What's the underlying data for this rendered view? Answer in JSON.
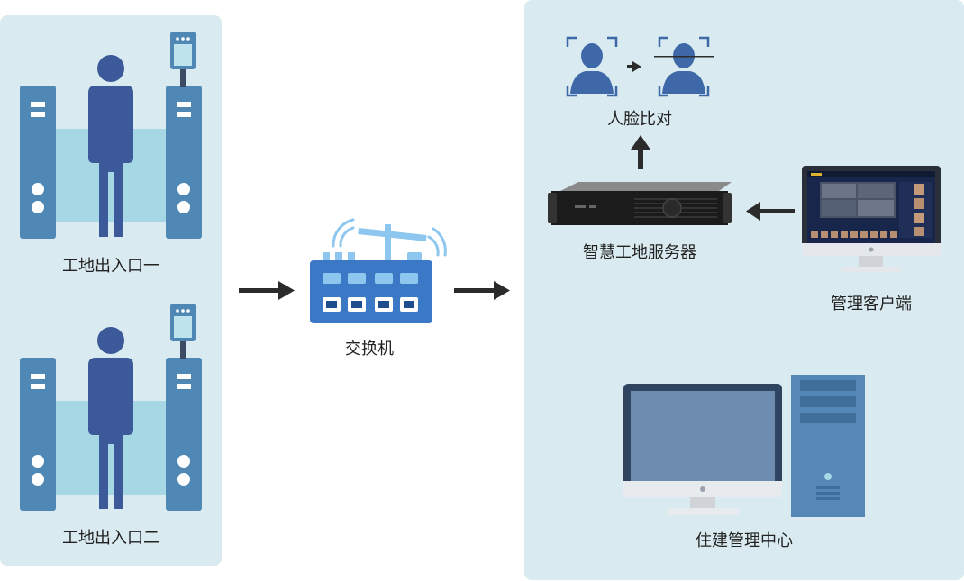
{
  "nodes": {
    "gate1_label": "工地出入口一",
    "gate2_label": "工地出入口二",
    "switch_label": "交换机",
    "face_compare_label": "人脸比对",
    "server_label": "智慧工地服务器",
    "client_label": "管理客户端",
    "center_label": "住建管理中心"
  },
  "colors": {
    "panel_bg": "#d9ebf1",
    "gate_blue": "#4f88b5",
    "person_blue": "#3c5a99",
    "glass": "#a5d7e4",
    "switch_blue": "#3b79c6",
    "face_blue": "#3f68a8",
    "arrow": "#2b2b2b"
  }
}
